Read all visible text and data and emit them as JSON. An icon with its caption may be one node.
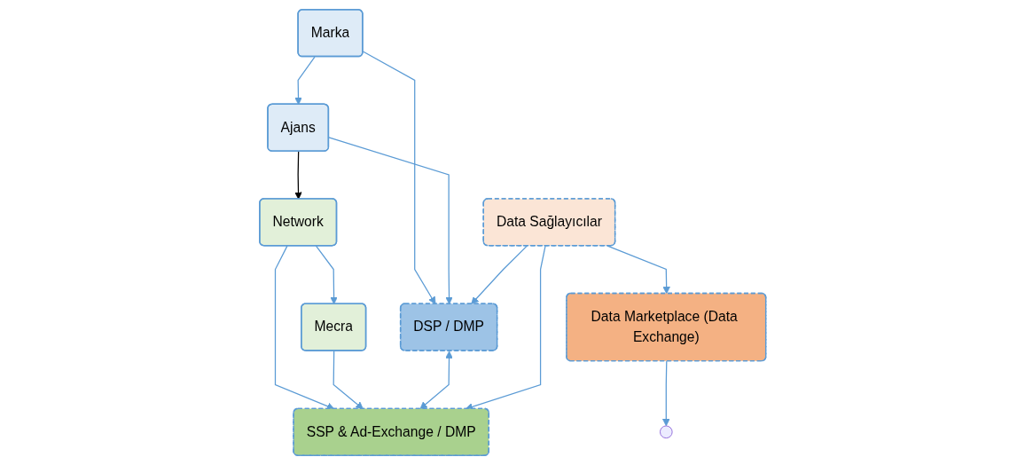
{
  "diagram": {
    "nodes": [
      {
        "text": [
          "Marka"
        ]
      },
      {
        "text": [
          "Ajans"
        ]
      },
      {
        "text": [
          "Network"
        ]
      },
      {
        "text": [
          "Mecra"
        ]
      },
      {
        "text": [
          "DSP / DMP"
        ]
      },
      {
        "text": [
          "SSP & Ad-Exchange / DMP"
        ]
      },
      {
        "text": [
          "Data Marketplace (Data Exchange)"
        ]
      },
      {
        "text": [
          "Data Sağlayıcılar"
        ]
      }
    ],
    "edges": [
      {
        "from": 0,
        "to": 1,
        "arrow": "to"
      },
      {
        "from": 1,
        "to": 2,
        "arrow": "to",
        "color": "#000000"
      },
      {
        "from": 2,
        "to": 3,
        "arrow": "to"
      },
      {
        "from": 0,
        "to": 4,
        "arrow": "to"
      },
      {
        "from": 1,
        "to": 4,
        "arrow": "to"
      },
      {
        "from": 2,
        "to": 5,
        "arrow": "to"
      },
      {
        "from": 3,
        "to": 5,
        "arrow": "to"
      },
      {
        "from": 4,
        "to": 5,
        "arrow": "both"
      },
      {
        "from": 6,
        "to": null,
        "arrow": "to"
      },
      {
        "from": 7,
        "to": 4,
        "arrow": "to"
      },
      {
        "from": 7,
        "to": 5,
        "arrow": "to"
      },
      {
        "from": 7,
        "to": 6,
        "arrow": "to"
      }
    ]
  }
}
